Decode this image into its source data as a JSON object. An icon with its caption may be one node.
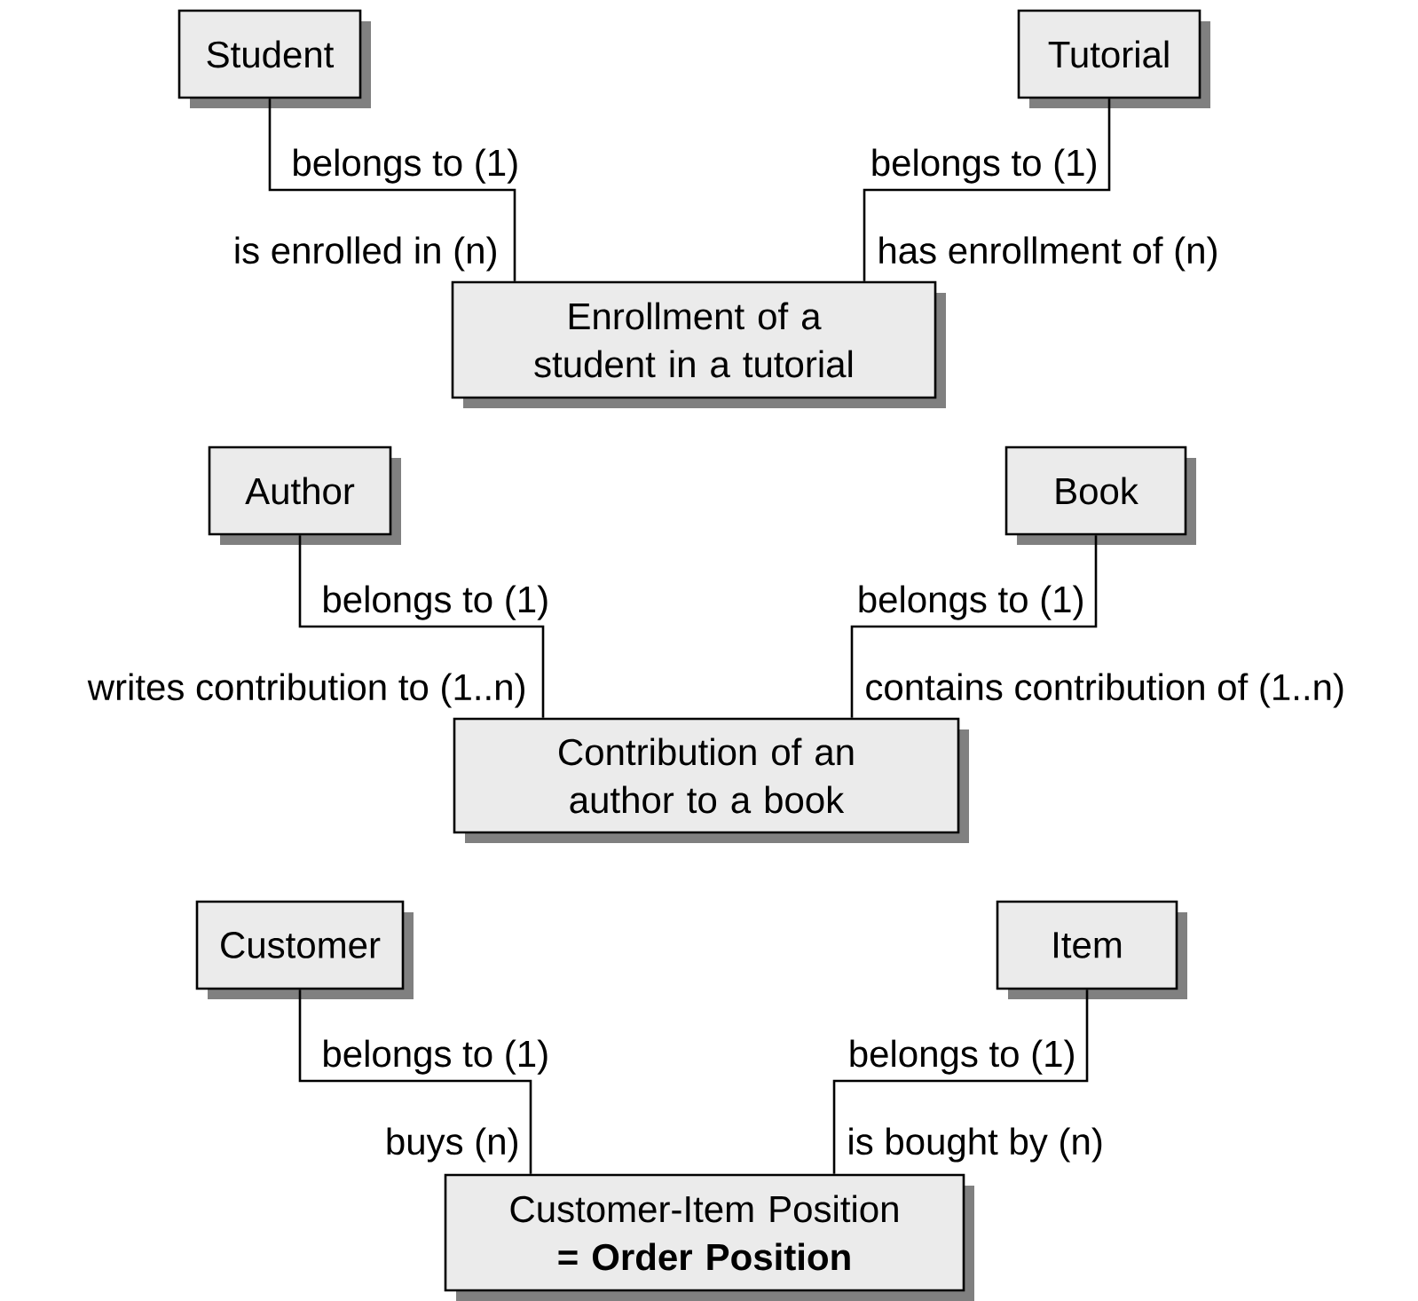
{
  "diagram": {
    "nodes": [
      {
        "text": [
          "Student"
        ]
      },
      {
        "text": [
          "Tutorial"
        ]
      },
      {
        "text": [
          "Enrollment of a student in a tutorial"
        ]
      },
      {
        "text": [
          "Author"
        ]
      },
      {
        "text": [
          "Book"
        ]
      },
      {
        "text": [
          "Contribution of an author to a book"
        ]
      },
      {
        "text": [
          "Customer"
        ]
      },
      {
        "text": [
          "Item"
        ]
      },
      {
        "text": [
          "Customer-Item Position **= Order Position**"
        ]
      }
    ],
    "edges": [
      {
        "from": 0,
        "to": 2,
        "arrow": "none",
        "label": "belongs to (1)"
      },
      {
        "from": 1,
        "to": 2,
        "arrow": "none",
        "label": "belongs to (1)"
      },
      {
        "from": 3,
        "to": 5,
        "arrow": "none",
        "label": "belongs to (1)"
      },
      {
        "from": 4,
        "to": 5,
        "arrow": "none",
        "label": "belongs to (1)"
      },
      {
        "from": 6,
        "to": 8,
        "arrow": "none",
        "label": "belongs to (1)"
      },
      {
        "from": 7,
        "to": 8,
        "arrow": "none",
        "label": "belongs to (1)"
      }
    ],
    "labels": [
      "is enrolled in (n)",
      "has enrollment of (n)",
      "writes contribution to (1..n)",
      "contains contribution of (1..n)",
      "buys (n)",
      "is bought by (n)"
    ]
  }
}
